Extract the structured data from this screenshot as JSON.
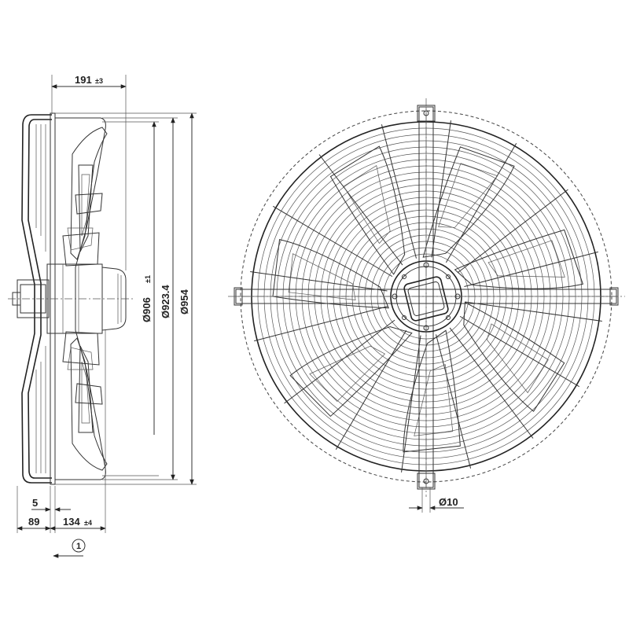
{
  "side_view": {
    "dim_width": {
      "value": "191",
      "tol": "±3"
    },
    "dim_d1": {
      "value": "Ø906",
      "tol": "±1"
    },
    "dim_d2": {
      "value": "Ø923.4"
    },
    "dim_d3": {
      "value": "Ø954"
    },
    "dim_5": "5",
    "dim_89": "89",
    "dim_134": {
      "value": "134",
      "tol": "±4"
    },
    "airflow_marker": "1"
  },
  "front_view": {
    "hole_dim": "Ø10",
    "blade_count": 7
  },
  "colors": {
    "line": "#333333",
    "background": "#ffffff"
  }
}
